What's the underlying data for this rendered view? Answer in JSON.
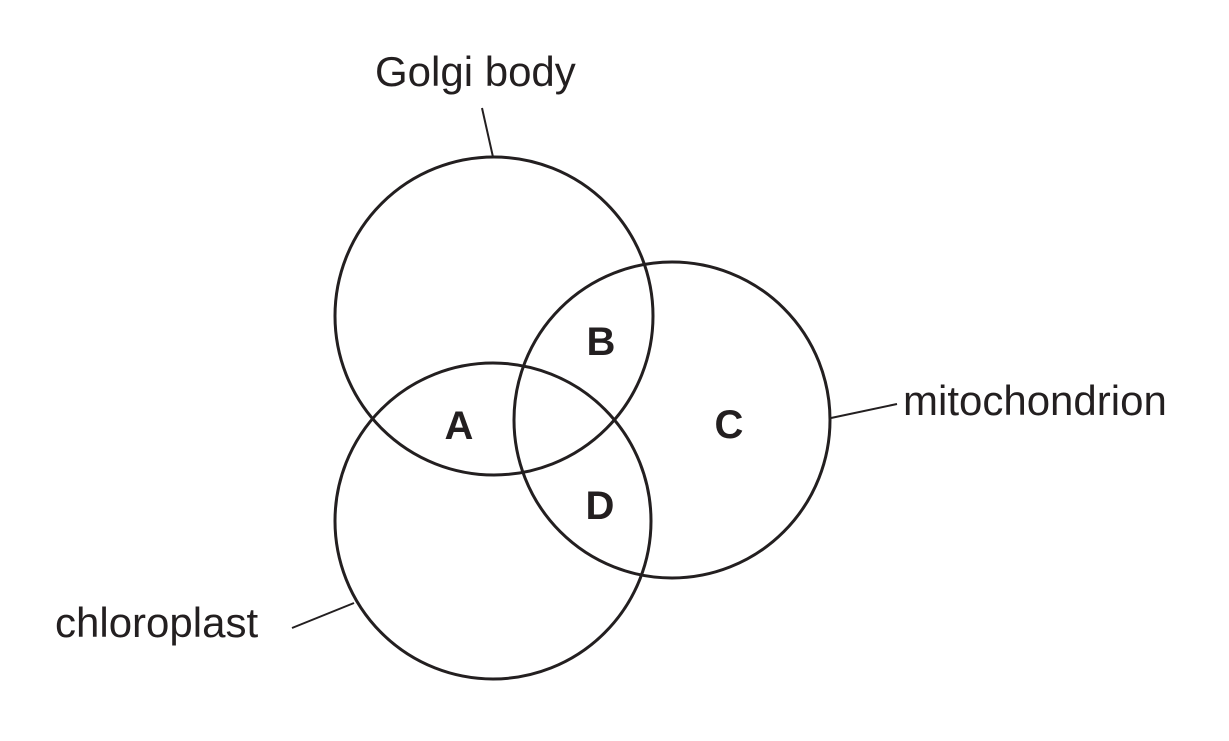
{
  "diagram": {
    "type": "venn",
    "sets": [
      {
        "name": "golgi",
        "label": "Golgi body"
      },
      {
        "name": "mitochondrion",
        "label": "mitochondrion"
      },
      {
        "name": "chloroplast",
        "label": "chloroplast"
      }
    ],
    "regions": [
      {
        "name": "A",
        "label": "A"
      },
      {
        "name": "B",
        "label": "B"
      },
      {
        "name": "C",
        "label": "C"
      },
      {
        "name": "D",
        "label": "D"
      }
    ],
    "stroke_color": "#231f20"
  }
}
